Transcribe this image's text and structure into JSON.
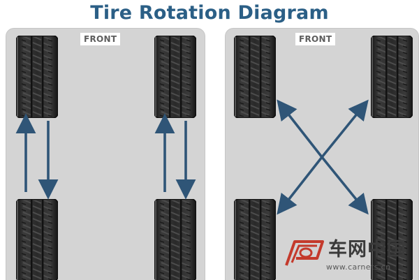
{
  "header": {
    "title": "Tire Rotation Diagram"
  },
  "panels": [
    {
      "front_label": "FRONT"
    },
    {
      "front_label": "FRONT"
    }
  ],
  "watermark": {
    "name": "车网中国",
    "url": "www.carnets.cn"
  },
  "colors": {
    "title": "#2b5f86",
    "arrow": "#2f5577",
    "panel": "#d4d4d4",
    "tire": "#2c2c2c",
    "watermark_red": "#c43a2c"
  }
}
